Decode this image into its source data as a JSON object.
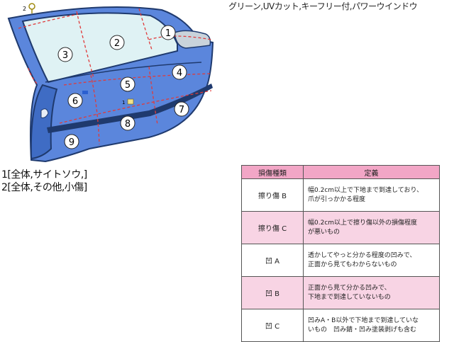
{
  "spec_text": "グリーン,UVカット,キーフリー付,パワーウインドウ",
  "notes": [
    "1[全体,サイトソウ,]",
    "2[全体,その他,小傷]"
  ],
  "markers": {
    "top_marker": "2",
    "small_marker": "1"
  },
  "panels": [
    "1",
    "2",
    "3",
    "4",
    "5",
    "6",
    "7",
    "8",
    "9"
  ],
  "legend": {
    "header_type": "損傷種類",
    "header_def": "定義",
    "rows": [
      {
        "name": "擦り傷 B",
        "def": [
          "幅0.2cm以上で下地まで到達しており、",
          "爪が引っかかる程度"
        ]
      },
      {
        "name": "擦り傷 C",
        "def": [
          "幅0.2cm以上で擦り傷以外の損傷程度",
          "が悪いもの"
        ]
      },
      {
        "name": "凹 A",
        "def": [
          "透かしてやっと分かる程度の凹みで、",
          "正面から見てもわからないもの"
        ]
      },
      {
        "name": "凹 B",
        "def": [
          "正面から見て分かる凹みで、",
          "下地まで到達していないもの"
        ]
      },
      {
        "name": "凹 C",
        "def": [
          "凹みA・B以外で下地まで到達していな",
          "いもの　凹み錆・凹み塗装剥げも含む"
        ]
      }
    ]
  },
  "colors": {
    "door_body": "#5b86dc",
    "door_outline": "#1f3a6e",
    "window": "#dff2f4",
    "cut_line": "#e03a3a",
    "legend_header": "#f2a6c6",
    "legend_pink_row": "#f8d4e4"
  }
}
